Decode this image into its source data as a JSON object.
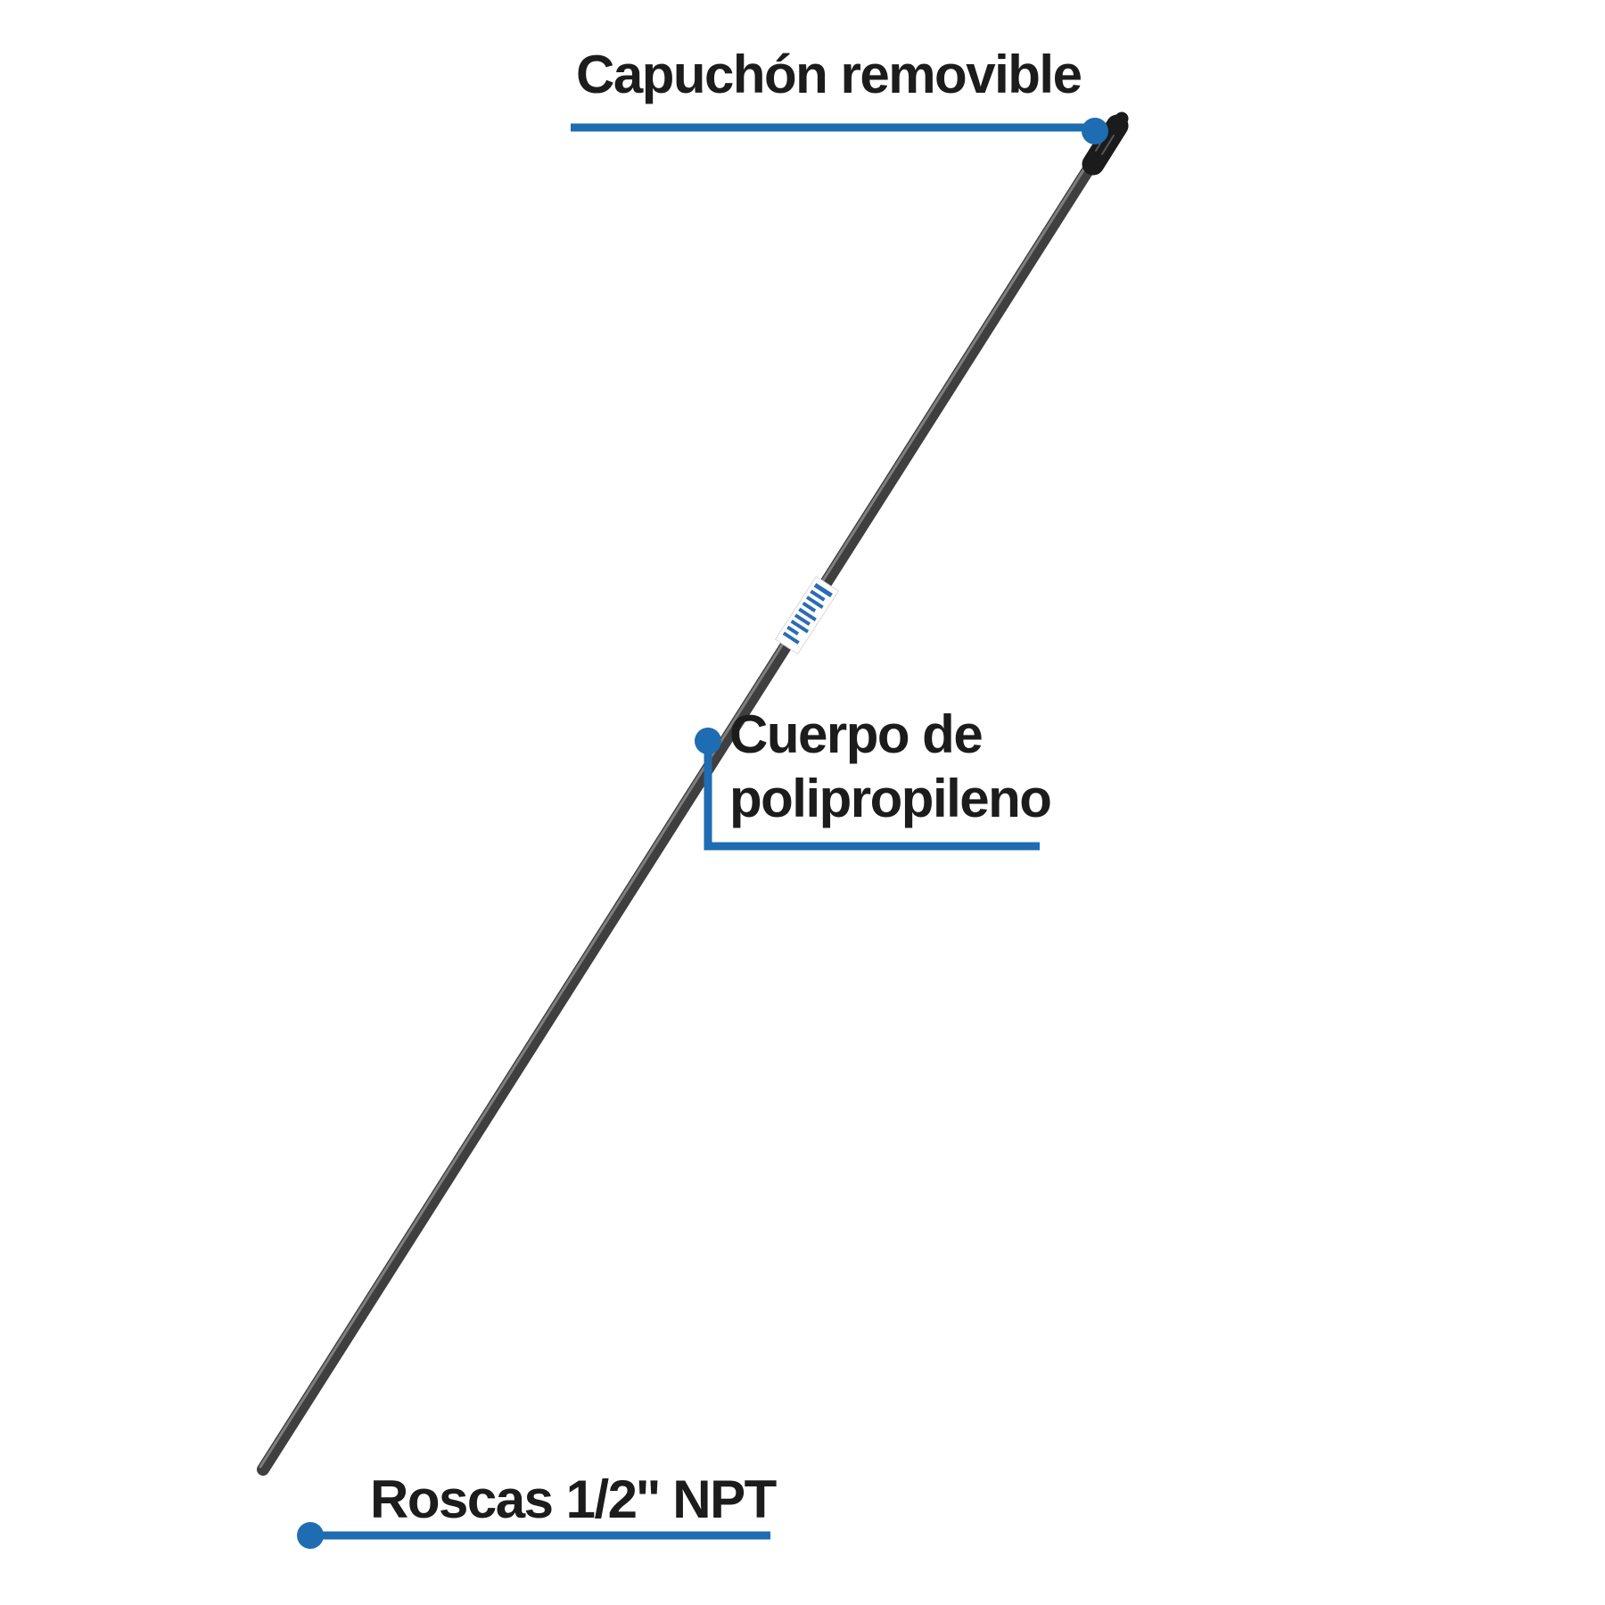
{
  "labels": {
    "cap": "Capuchón removible",
    "body_line1": "Cuerpo de",
    "body_line2": "polipropileno",
    "threads": "Roscas 1/2'' NPT"
  },
  "colors": {
    "background": "#ffffff",
    "text": "#1c1c1c",
    "callout": "#1e6cb2",
    "pole": "#3f3f3f",
    "polehi": "#8b8b8b",
    "cap": "#1b1b1b",
    "sticker": "#ffffff",
    "stickertext": "#2a6db4"
  }
}
